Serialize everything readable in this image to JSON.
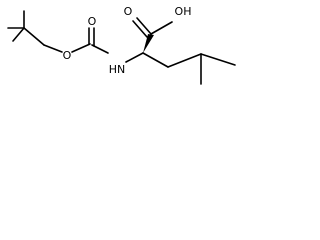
{
  "structure": {
    "atom_labels": {
      "hydroxyl_acid": "OH",
      "carbonyl_oxygen_acid": "O",
      "carbonyl_oxygen_boc": "O",
      "ester_oxygen": "O",
      "amide_nitrogen": "HN"
    },
    "colors": {
      "bond": "#000000",
      "background": "#ffffff"
    },
    "stereocenter": "wedge"
  }
}
